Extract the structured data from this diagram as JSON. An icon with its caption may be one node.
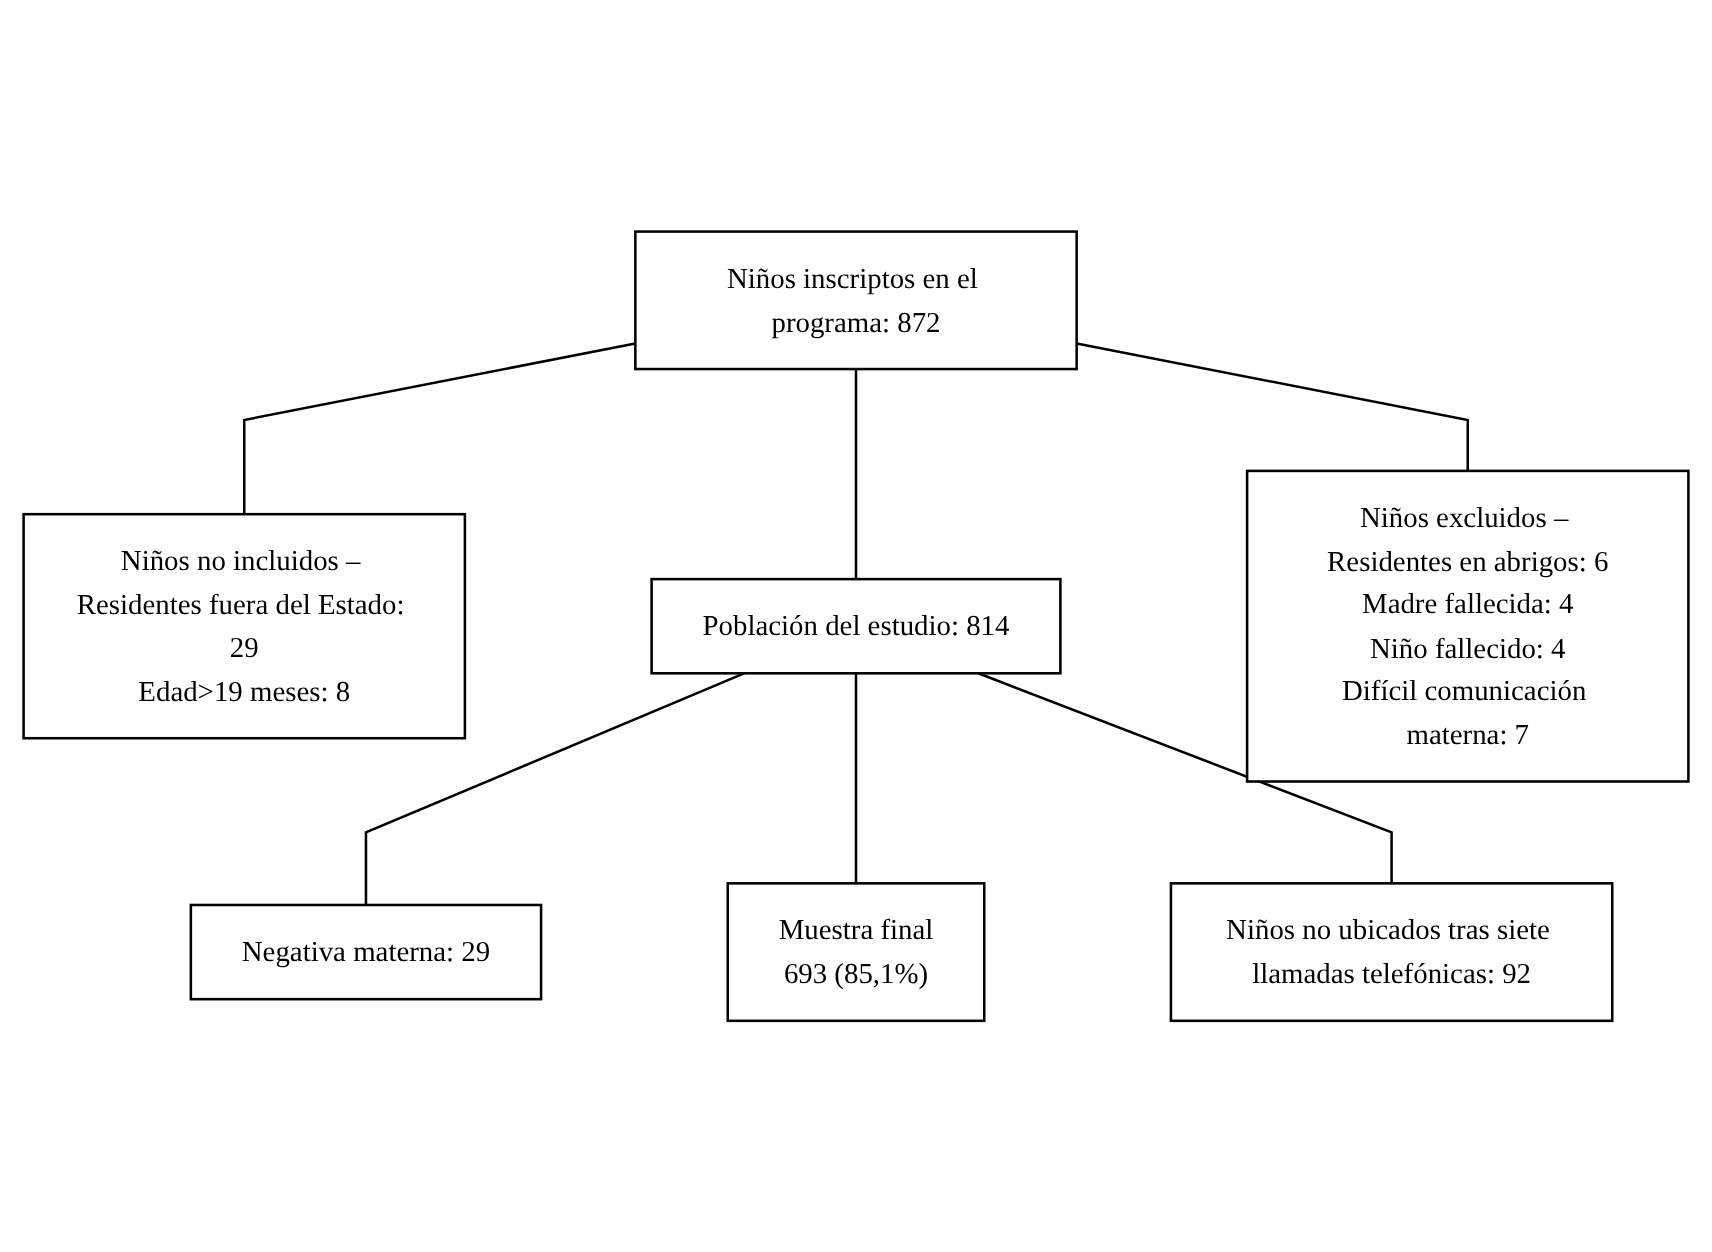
{
  "diagram": {
    "nodes": [
      {
        "text": [
          "Niños inscriptos en el programa: 872"
        ]
      },
      {
        "text": [
          "Niños no incluidos – Residentes fuera del Estado: 29",
          "Edad>19 meses: 8"
        ]
      },
      {
        "text": [
          "Niños excluidos – Residentes en abrigos: 6",
          "Madre fallecida: 4",
          "Niño fallecido: 4",
          "Difícil comunicación materna: 7"
        ]
      },
      {
        "text": [
          "Población del estudio: 814"
        ]
      },
      {
        "text": [
          "Negativa materna: 29"
        ]
      },
      {
        "text": [
          "Niños no ubicados tras siete llamadas telefónicas: 92"
        ]
      },
      {
        "text": [
          "Muestra final",
          "693 (85,1%)"
        ]
      }
    ],
    "edges": [
      {
        "from": 0,
        "to": 1,
        "arrow": "none"
      },
      {
        "from": 0,
        "to": 3,
        "arrow": "none"
      },
      {
        "from": 0,
        "to": 2,
        "arrow": "none"
      },
      {
        "from": 3,
        "to": 4,
        "arrow": "none"
      },
      {
        "from": 3,
        "to": 6,
        "arrow": "none"
      },
      {
        "from": 3,
        "to": 5,
        "arrow": "none"
      }
    ]
  }
}
